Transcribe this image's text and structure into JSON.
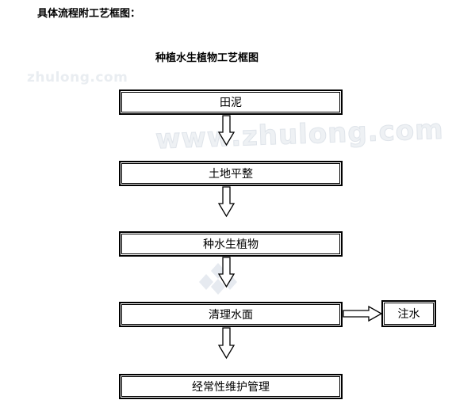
{
  "heading": "具体流程附工艺框图：",
  "diagram": {
    "title": "种植水生植物工艺框图",
    "steps": [
      "田泥",
      "土地平整",
      "种水生植物",
      "清理水面",
      "经常性维护管理"
    ],
    "side_step": "注水"
  },
  "watermarks": {
    "small": "zhulong.com",
    "large": "www.zhulong.com"
  }
}
